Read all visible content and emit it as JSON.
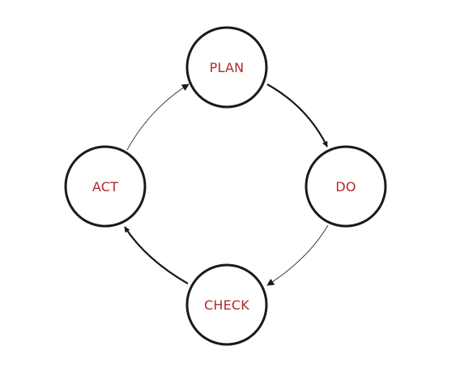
{
  "diagram": {
    "type": "cycle",
    "nodes": [
      {
        "id": "plan",
        "label": "PLAN"
      },
      {
        "id": "do",
        "label": "DO"
      },
      {
        "id": "check",
        "label": "CHECK"
      },
      {
        "id": "act",
        "label": "ACT"
      }
    ],
    "edges": [
      {
        "from": "plan",
        "to": "do",
        "weight": "bold"
      },
      {
        "from": "do",
        "to": "check",
        "weight": "thin"
      },
      {
        "from": "check",
        "to": "act",
        "weight": "bold"
      },
      {
        "from": "act",
        "to": "plan",
        "weight": "thin"
      }
    ],
    "colors": {
      "label": "#b02a2a",
      "stroke": "#1a1a1a",
      "background": "#ffffff"
    }
  }
}
